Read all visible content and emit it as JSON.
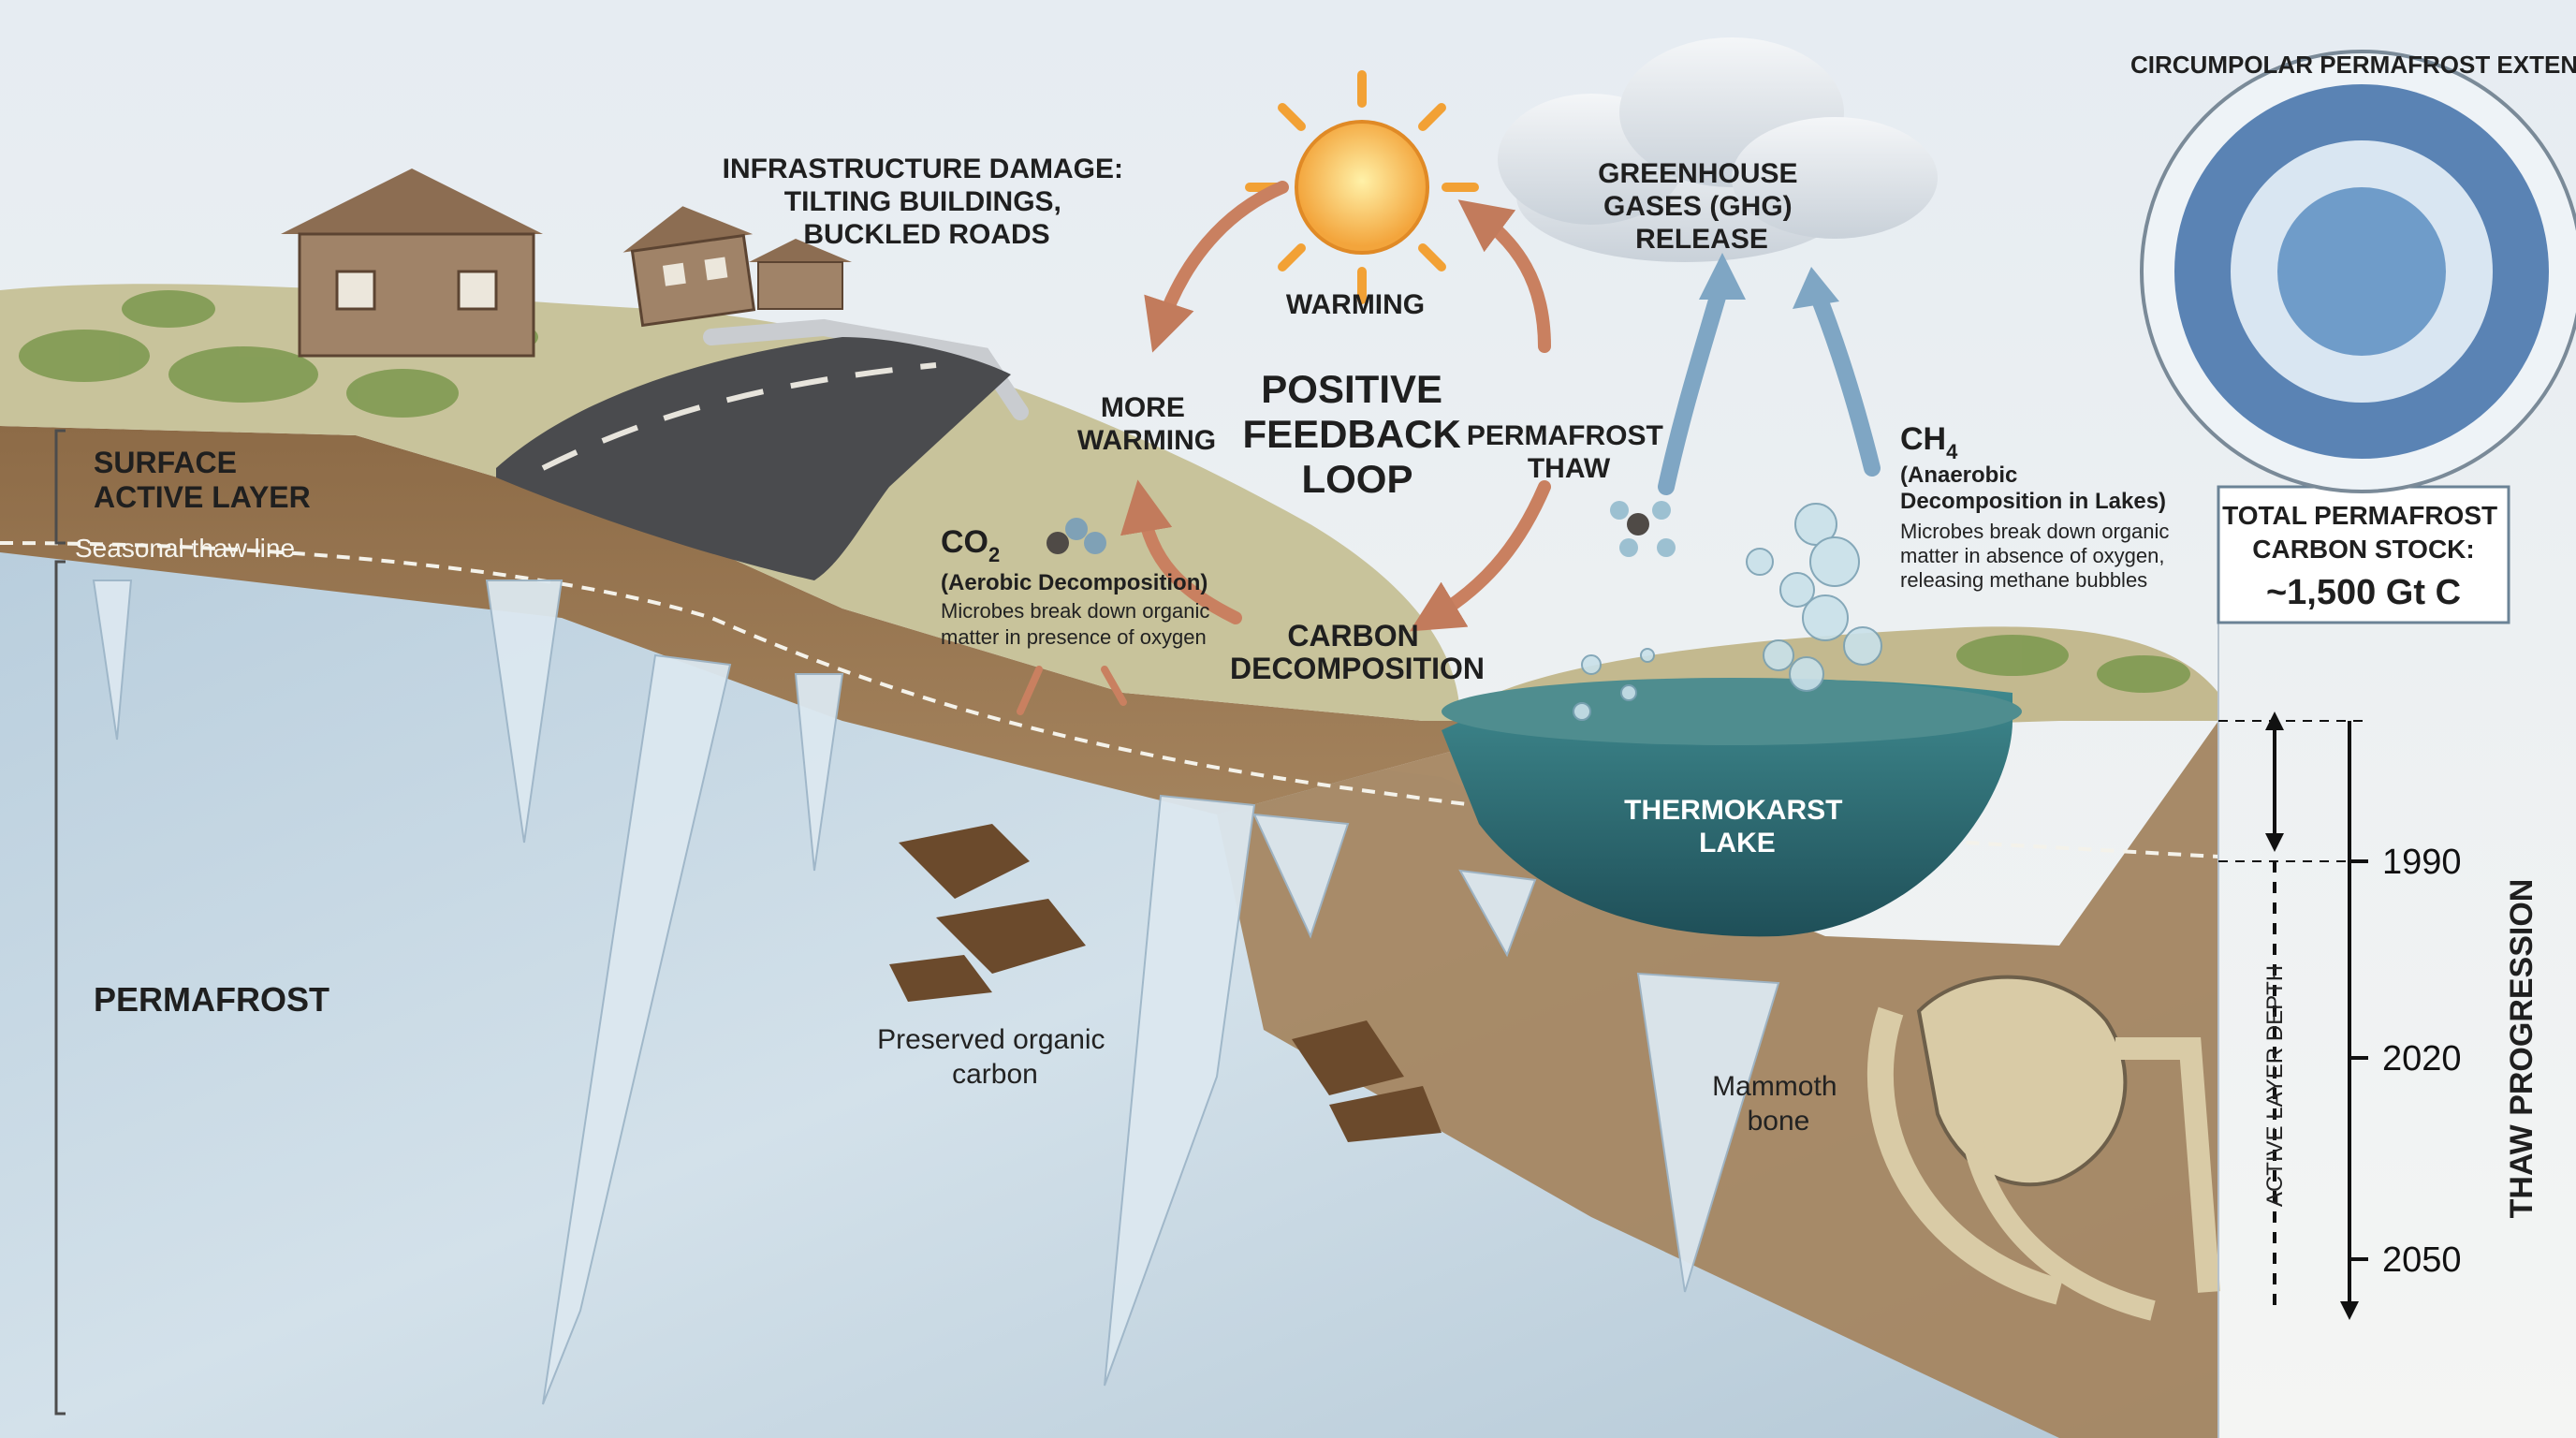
{
  "labels": {
    "infrastructure": [
      "INFRASTRUCTURE DAMAGE:",
      "TILTING BUILDINGS,",
      "BUCKLED ROADS"
    ],
    "surface": [
      "SURFACE",
      "ACTIVE LAYER"
    ],
    "seasonal_thaw": "Seasonal thaw line",
    "permafrost": "PERMAFROST",
    "warming": "WARMING",
    "more_warming": [
      "MORE",
      "WARMING"
    ],
    "feedback": [
      "POSITIVE",
      "FEEDBACK",
      "LOOP"
    ],
    "permafrost_thaw": [
      "PERMAFROST",
      "THAW"
    ],
    "carbon_decomp": [
      "CARBON",
      "DECOMPOSITION"
    ],
    "ghg": [
      "GREENHOUSE",
      "GASES (GHG)",
      "RELEASE"
    ],
    "co2_main": "CO",
    "co2_sub": "2",
    "co2_process": "(Aerobic Decomposition)",
    "co2_desc": [
      "Microbes break down organic",
      "matter in presence of oxygen"
    ],
    "ch4_main": "CH",
    "ch4_sub": "4",
    "ch4_process": [
      "(Anaerobic",
      "Decomposition in Lakes)"
    ],
    "ch4_desc": [
      "Microbes break down organic",
      "matter in absence of oxygen,",
      "releasing methane bubbles"
    ],
    "lake": [
      "THERMOKARST",
      "LAKE"
    ],
    "organic_carbon": [
      "Preserved organic",
      "carbon"
    ],
    "mammoth": [
      "Mammoth",
      "bone"
    ],
    "map_title": "CIRCUMPOLAR PERMAFROST EXTENT",
    "carbon_stock": [
      "TOTAL PERMAFROST",
      "CARBON STOCK:"
    ],
    "carbon_value": "~1,500 Gt C",
    "active_depth": "ACTIVE LAYER DEPTH",
    "thaw_progression": "THAW PROGRESSION",
    "years": [
      "1990",
      "2020",
      "2050"
    ]
  },
  "colors": {
    "sky": "#eef2f6",
    "soil": "#8a6a48",
    "active_layer": "#9b7a54",
    "permafrost_ice": "#c9dae6",
    "lake": "#2f6f78",
    "arrow_loop": "#c98060",
    "arrow_gas": "#7fa6c4",
    "text": "#1f1f1f"
  }
}
